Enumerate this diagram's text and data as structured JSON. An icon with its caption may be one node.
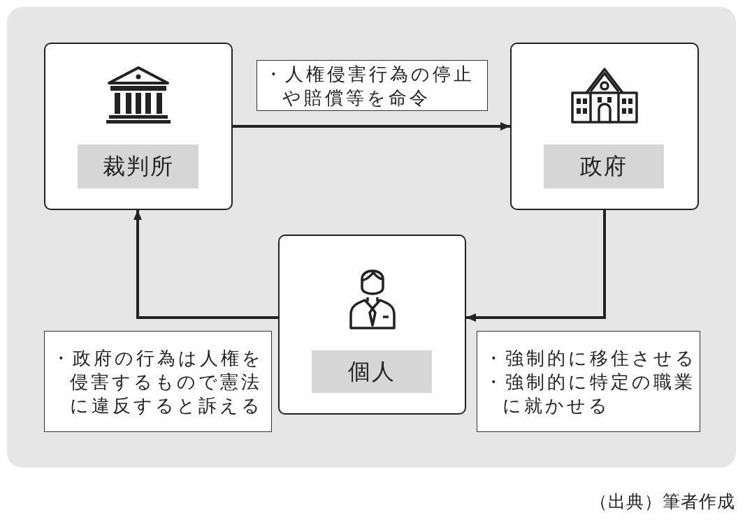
{
  "diagram": {
    "caption": "（出典）筆者作成",
    "nodes": [
      {
        "text": [
          "裁判所"
        ]
      },
      {
        "text": [
          "政府"
        ]
      },
      {
        "text": [
          "個人"
        ]
      },
      {
        "text": [
          "・人権侵害行為の停止や賠償等を命令"
        ]
      },
      {
        "text": [
          "・政府の行為は人権を侵害するもので憲法に違反すると訴える"
        ]
      },
      {
        "text": [
          "・強制的に移住させる",
          "・強制的に特定の職業に就かせる"
        ]
      }
    ],
    "edges": [
      {
        "from": 0,
        "to": 1,
        "arrow": "to"
      },
      {
        "from": 1,
        "to": 2,
        "arrow": "to"
      },
      {
        "from": 2,
        "to": 0,
        "arrow": "to"
      }
    ]
  }
}
